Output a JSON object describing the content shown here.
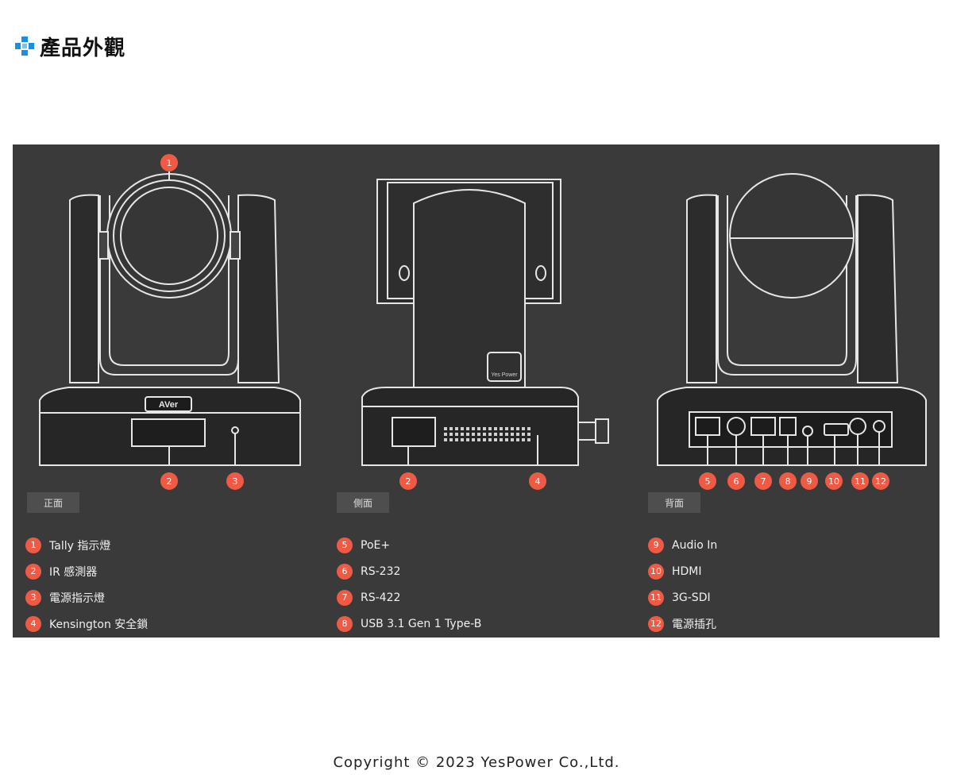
{
  "heading": {
    "title": "產品外觀"
  },
  "brand": {
    "logo_text": "AVer",
    "watermark_text": "Yes Power"
  },
  "views": [
    {
      "label": "正面"
    },
    {
      "label": "側面"
    },
    {
      "label": "背面"
    }
  ],
  "callouts": {
    "front": [
      "1",
      "2",
      "3"
    ],
    "side": [
      "2",
      "4"
    ],
    "back": [
      "5",
      "6",
      "7",
      "8",
      "9",
      "10",
      "11",
      "12"
    ]
  },
  "legend": [
    [
      {
        "num": "1",
        "text": "Tally 指示燈"
      },
      {
        "num": "2",
        "text": "IR 感測器"
      },
      {
        "num": "3",
        "text": "電源指示燈"
      },
      {
        "num": "4",
        "text": "Kensington 安全鎖"
      }
    ],
    [
      {
        "num": "5",
        "text": "PoE+"
      },
      {
        "num": "6",
        "text": "RS-232"
      },
      {
        "num": "7",
        "text": "RS-422"
      },
      {
        "num": "8",
        "text": "USB 3.1 Gen 1 Type-B"
      }
    ],
    [
      {
        "num": "9",
        "text": "Audio In"
      },
      {
        "num": "10",
        "text": "HDMI"
      },
      {
        "num": "11",
        "text": "3G-SDI"
      },
      {
        "num": "12",
        "text": "電源插孔"
      }
    ]
  ],
  "colors": {
    "panel_bg": "#3a3a3a",
    "badge": "#ef5a45",
    "tab_bg": "#4e4e4e",
    "icon_blue": "#1a8fe3"
  },
  "footer": {
    "copyright": "Copyright © 2023 YesPower Co.,Ltd."
  }
}
